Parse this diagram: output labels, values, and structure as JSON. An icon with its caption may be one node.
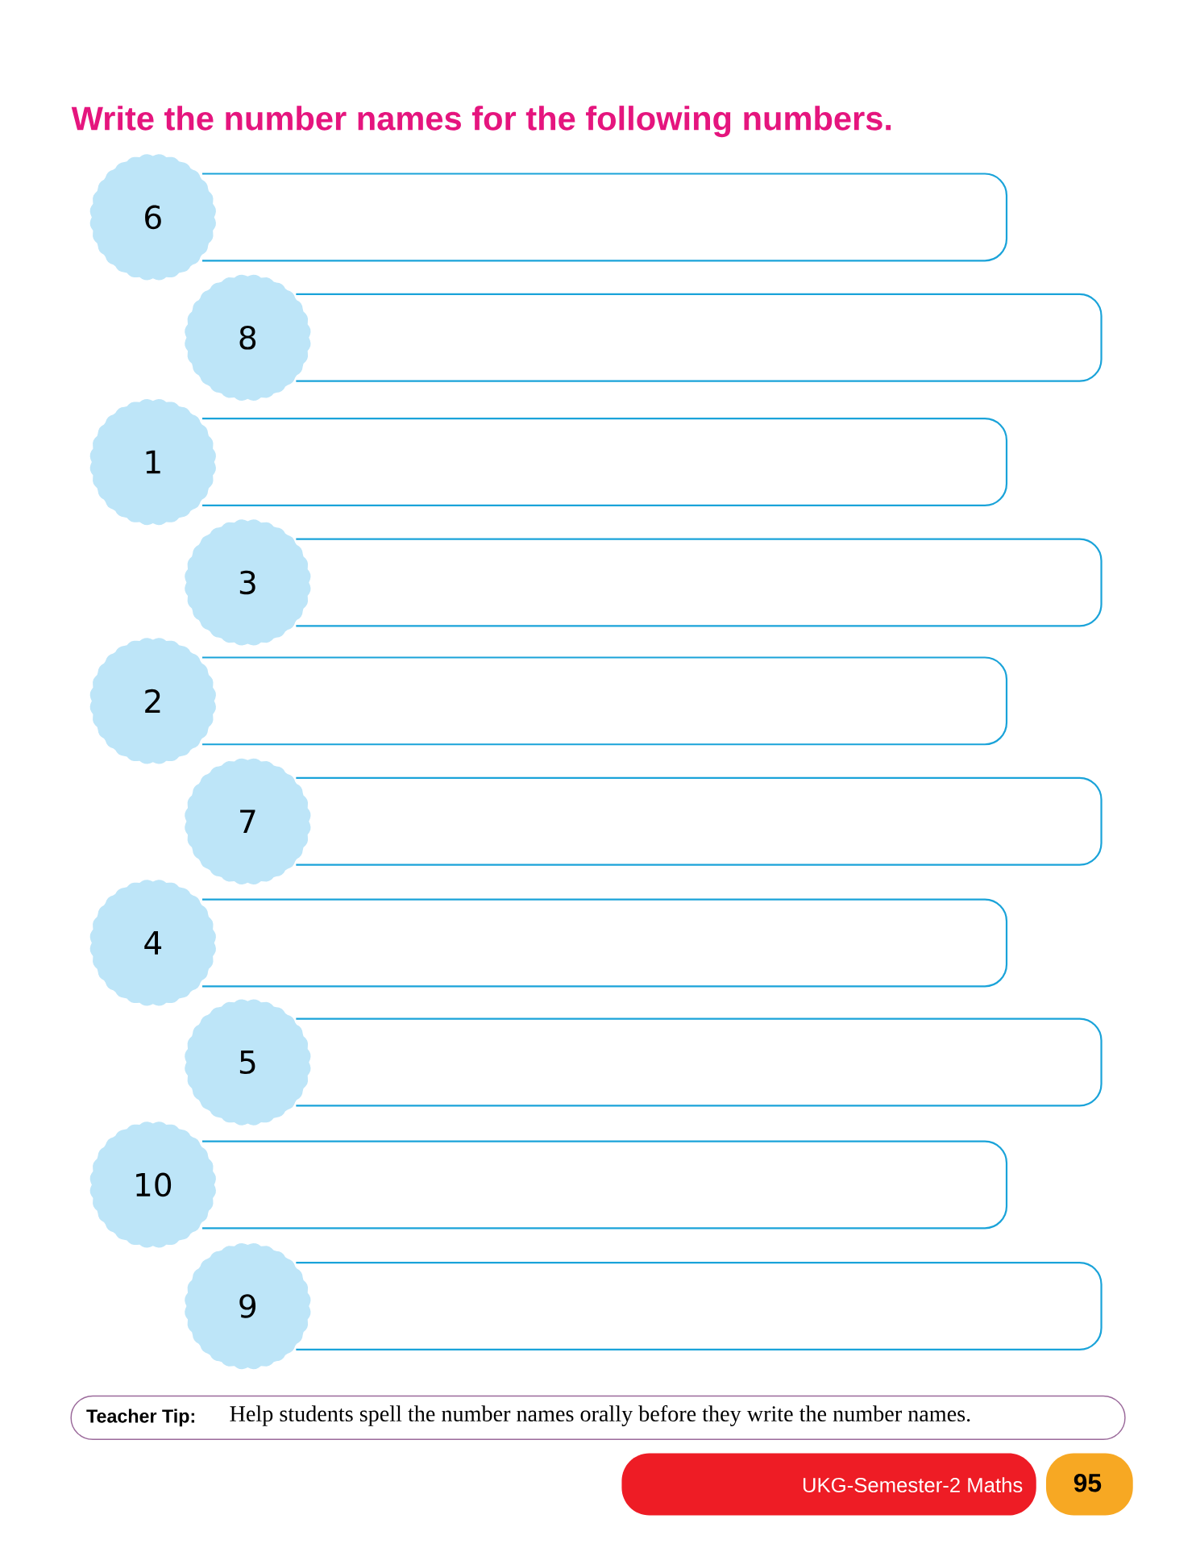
{
  "diagram": {
    "title": "Write the number names for the following numbers.",
    "nodes": [
      {
        "text": [
          "6"
        ]
      },
      {
        "text": [
          "8"
        ]
      },
      {
        "text": [
          "1"
        ]
      },
      {
        "text": [
          "3"
        ]
      },
      {
        "text": [
          "2"
        ]
      },
      {
        "text": [
          "7"
        ]
      },
      {
        "text": [
          "4"
        ]
      },
      {
        "text": [
          "5"
        ]
      },
      {
        "text": [
          "10"
        ]
      },
      {
        "text": [
          "9"
        ]
      },
      {
        "text": [
          "Teacher Tip:",
          "Help students spell the number names orally before they write the number names."
        ]
      },
      {
        "text": [
          "UKG-Semester-2 Maths"
        ]
      },
      {
        "text": [
          "95"
        ]
      }
    ]
  }
}
